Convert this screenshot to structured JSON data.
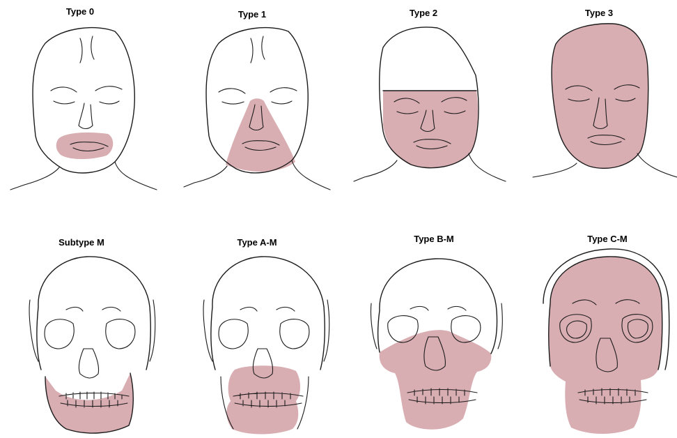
{
  "colors": {
    "affected_area": "#d9aeb3",
    "line": "#1a1a1a",
    "background": "#ffffff"
  },
  "rows": {
    "faces": {
      "panels": [
        {
          "label": "Type 0"
        },
        {
          "label": "Type 1"
        },
        {
          "label": "Type 2"
        },
        {
          "label": "Type 3"
        }
      ]
    },
    "skulls": {
      "panels": [
        {
          "label": "Subtype M"
        },
        {
          "label": "Type A-M"
        },
        {
          "label": "Type B-M"
        },
        {
          "label": "Type C-M"
        }
      ]
    }
  }
}
